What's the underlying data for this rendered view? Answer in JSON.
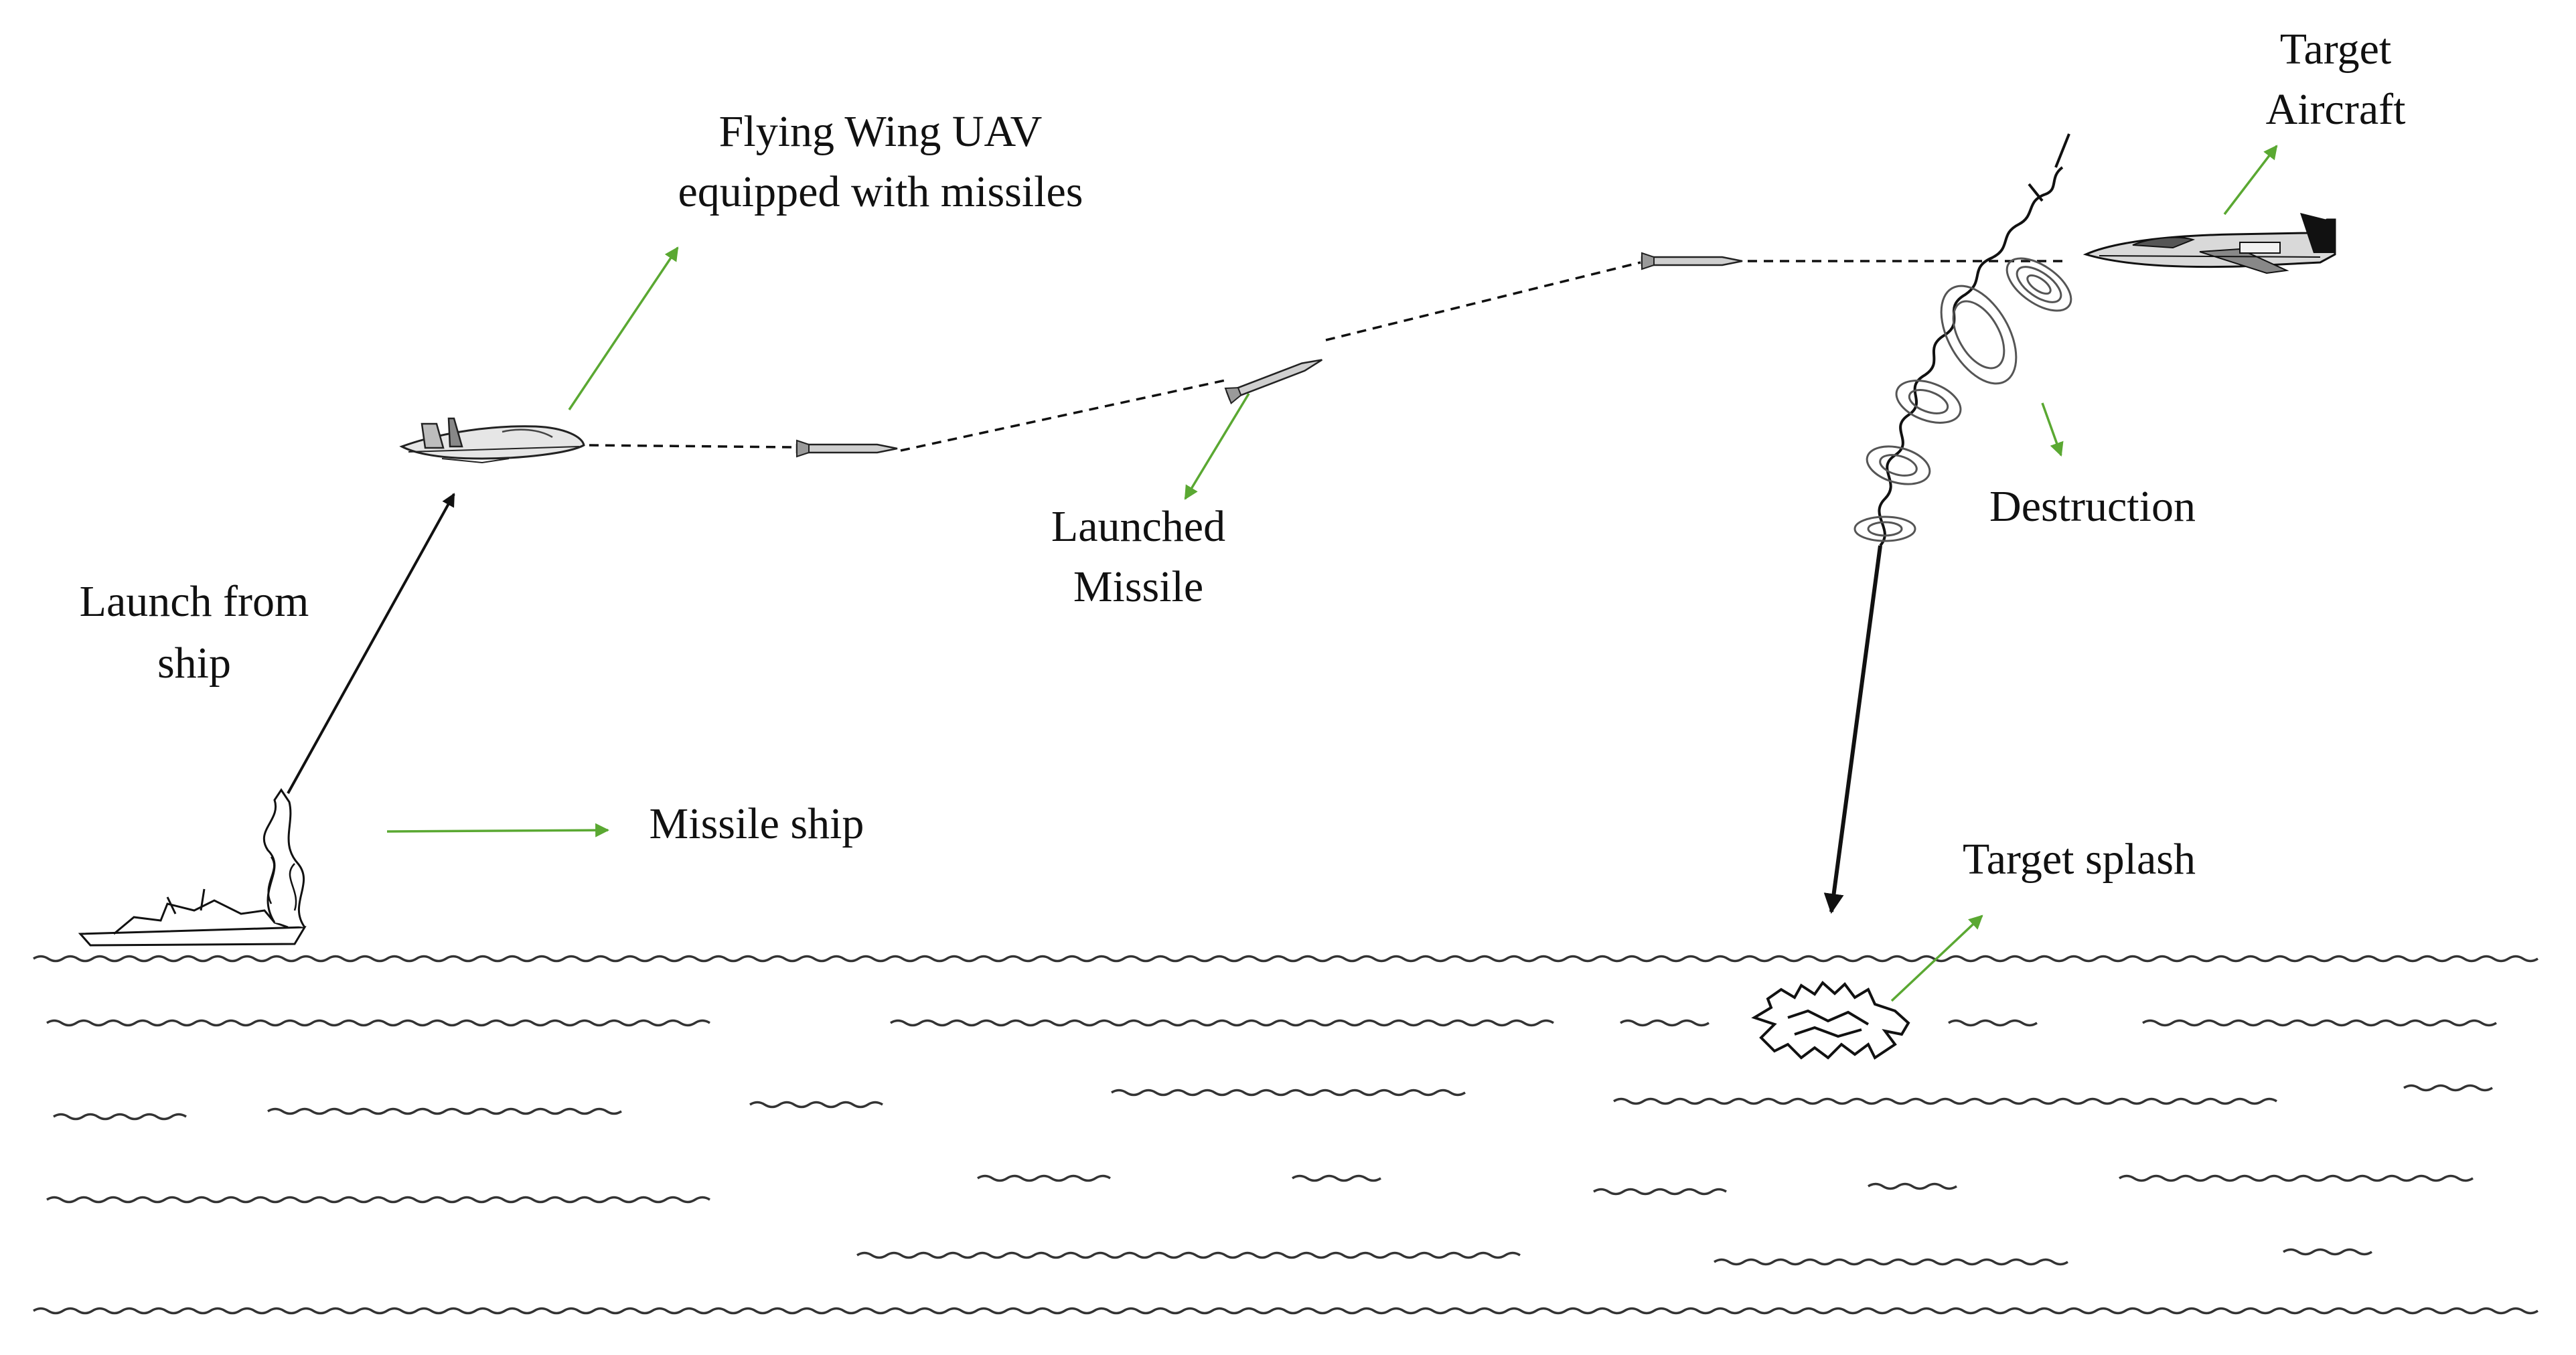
{
  "labels": {
    "flying_wing_line1": "Flying Wing UAV",
    "flying_wing_line2": "equipped with missiles",
    "target_line1": "Target",
    "target_line2": "Aircraft",
    "launched_line1": "Launched",
    "launched_line2": "Missile",
    "destruction": "Destruction",
    "launch_line1": "Launch from",
    "launch_line2": "ship",
    "missile_ship": "Missile ship",
    "target_splash": "Target splash"
  },
  "colors": {
    "pointer_arrow": "#5aa832",
    "flight_path_arrow": "#111111",
    "ink": "#111111",
    "water": "#333333"
  },
  "icons": {
    "uav": "flying-wing-uav-icon",
    "missile": "missile-icon",
    "aircraft": "fighter-jet-icon",
    "ship": "missile-ship-icon",
    "explosion": "explosion-icon",
    "splash": "splash-icon"
  }
}
